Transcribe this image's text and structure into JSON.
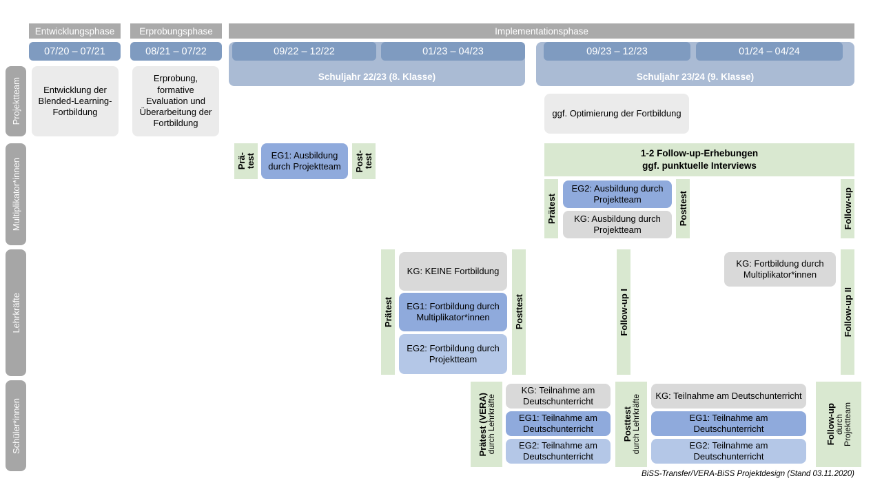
{
  "diagram": {
    "title": "BiSS-Transfer/VERA-BiSS Projektdesign",
    "footer": "BiSS-Transfer/VERA-BiSS Projektdesign (Stand 03.11.2020)"
  },
  "colors": {
    "phase_header": "#aaaaaa",
    "period_pill": "#7f9bc0",
    "schoolyear_band": "#aabbd4",
    "role_label": "#a6a6a6",
    "box_grey": "#ebebeb",
    "box_grey_dark": "#d9d9d9",
    "box_blue_dark": "#8faadc",
    "box_blue_light": "#b4c7e7",
    "measure_green": "#d9e8d0"
  },
  "phases": [
    {
      "label": "Entwicklungsphase"
    },
    {
      "label": "Erprobungsphase"
    },
    {
      "label": "Implementationsphase"
    }
  ],
  "periods": [
    {
      "label": "07/20 – 07/21"
    },
    {
      "label": "08/21 – 07/22"
    },
    {
      "label": "09/22 – 12/22"
    },
    {
      "label": "01/23 – 04/23"
    },
    {
      "label": "09/23 – 12/23"
    },
    {
      "label": "01/24 – 04/24"
    }
  ],
  "school_years": [
    {
      "label": "Schuljahr 22/23 (8. Klasse)"
    },
    {
      "label": "Schuljahr 23/24 (9. Klasse)"
    }
  ],
  "roles": [
    {
      "label": "Projektteam"
    },
    {
      "label": "Multiplikator*innen"
    },
    {
      "label": "Lehrkräfte"
    },
    {
      "label": "Schüler*innen"
    }
  ],
  "projektteam": {
    "entwicklung": "Entwicklung der Blended-Learning-Fortbildung",
    "erprobung": "Erprobung, formative Evaluation und Überarbeitung der Fortbildung",
    "optimierung": "ggf. Optimierung der Fortbildung"
  },
  "multiplikatoren": {
    "praetest_line1": "Prä-",
    "praetest_line2": "test",
    "eg1": "EG1: Ausbildung durch Projektteam",
    "posttest_line1": "Post-",
    "posttest_line2": "test",
    "followup_band_line1": "1-2 Follow-up-Erhebungen",
    "followup_band_line2": "ggf. punktuelle Interviews",
    "praetest2": "Prätest",
    "eg2": "EG2: Ausbildung durch Projektteam",
    "kg": "KG: Ausbildung durch Projektteam",
    "posttest2": "Posttest",
    "followup": "Follow-up"
  },
  "lehrkraefte": {
    "praetest": "Prätest",
    "kg_keine": "KG:  KEINE Fortbildung",
    "eg1": "EG1: Fortbildung durch Multiplikator*innen",
    "eg2": "EG2: Fortbildung durch Projektteam",
    "posttest": "Posttest",
    "followup1": "Follow-up I",
    "kg_fortbildung": "KG: Fortbildung durch Multiplikator*innen",
    "followup2": "Follow-up II"
  },
  "schueler": {
    "praetest_bold": "Prätest (VERA)",
    "praetest_sub": "durch Lehrkräfte",
    "kg_1": "KG: Teilnahme am Deutschunterricht",
    "eg1_1": "EG1: Teilnahme am Deutschunterricht",
    "eg2_1": "EG2: Teilnahme am Deutschunterricht",
    "posttest_bold": "Posttest",
    "posttest_sub": "durch Lehrkräfte",
    "kg_2": "KG: Teilnahme am Deutschunterricht",
    "eg1_2": "EG1: Teilnahme am Deutschunterricht",
    "eg2_2": "EG2: Teilnahme am Deutschunterricht",
    "followup_bold": "Follow-up",
    "followup_sub1": "durch",
    "followup_sub2": "Projektteam"
  }
}
